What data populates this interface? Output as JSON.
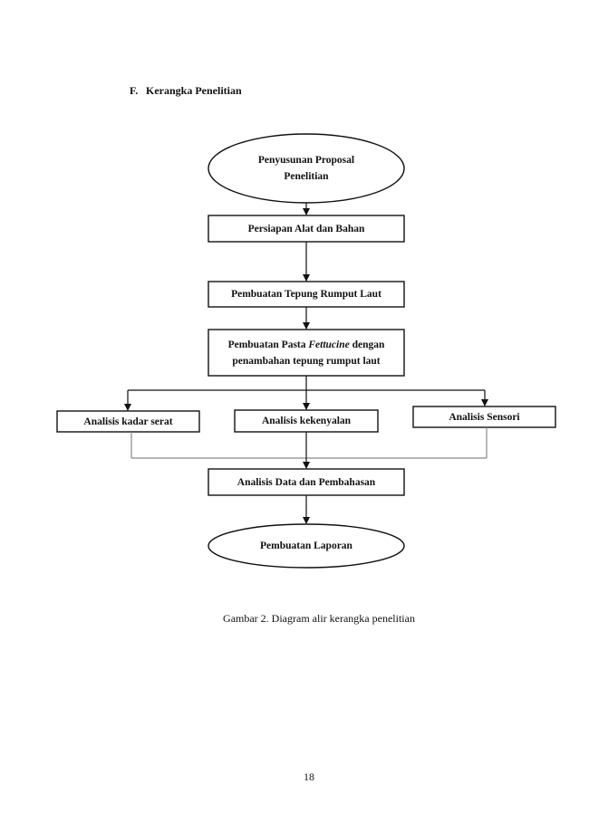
{
  "heading": {
    "letter": "F.",
    "title": "Kerangka Penelitian"
  },
  "flowchart": {
    "nodes": {
      "proposal": {
        "line1": "Penyusunan Proposal",
        "line2": "Penelitian"
      },
      "persiapan": {
        "label": "Persiapan Alat dan Bahan"
      },
      "tepung": {
        "label": "Pembuatan Tepung Rumput Laut"
      },
      "pasta": {
        "line1_prefix": "Pembuatan Pasta ",
        "line1_italic": "Fettucine",
        "line1_suffix": " dengan",
        "line2": "penambahan tepung rumput laut"
      },
      "serat": {
        "label": "Analisis kadar serat"
      },
      "kekenyalan": {
        "label": "Analisis kekenyalan"
      },
      "sensori": {
        "label": "Analisis Sensori"
      },
      "data": {
        "label": "Analisis Data dan Pembahasan"
      },
      "laporan": {
        "label": "Pembuatan Laporan"
      }
    }
  },
  "caption": "Gambar 2.  Diagram alir kerangka penelitian",
  "page_number": "18"
}
